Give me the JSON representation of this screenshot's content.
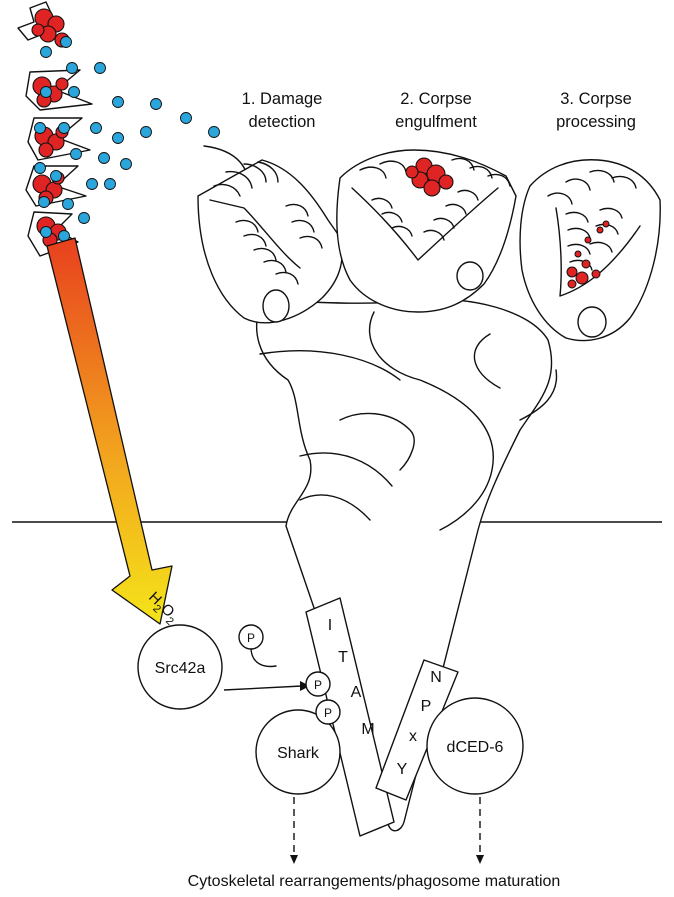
{
  "stages": [
    {
      "line1": "1. Damage",
      "line2": "detection"
    },
    {
      "line1": "2. Corpse",
      "line2": "engulfment"
    },
    {
      "line1": "3. Corpse",
      "line2": "processing"
    }
  ],
  "signal": {
    "h2o2": {
      "main1": "H",
      "sub1": "2",
      "main2": "O",
      "sub2": "2"
    }
  },
  "proteins": {
    "src42a": "Src42a",
    "shark": "Shark",
    "dced6": "dCED-6",
    "phospho": "P"
  },
  "motifs": {
    "itam": [
      "I",
      "T",
      "A",
      "M"
    ],
    "npxy": [
      "N",
      "P",
      "x",
      "Y"
    ]
  },
  "caption": "Cytoskeletal rearrangements/phagosome maturation",
  "colors": {
    "damaged_cell_red": "#e02424",
    "h2o2_dot_blue": "#2aa6dc",
    "gradient_top": "#e8401e",
    "gradient_bottom": "#f5e41a"
  }
}
